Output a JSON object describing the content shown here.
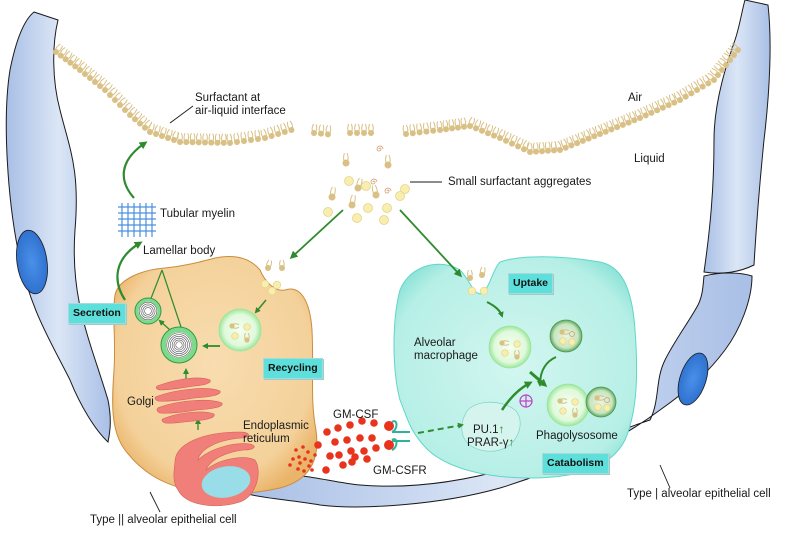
{
  "title": "Surfactant homeostasis in the alveolus",
  "colors": {
    "type1_cell": "#c9d8f0",
    "type1_nucleus": "#3b82e0",
    "type2_cell": "#f5d9a8",
    "macrophage": "#b8f0e8",
    "arrow_green": "#2e8b2e",
    "surfactant": "#d9c085",
    "label_box": "#5de0dc",
    "gm_csf_dot": "#e8341c",
    "organelle": "#ef7f78",
    "plus_marker": "#c03cc8"
  },
  "labels": {
    "surfactant_interface": [
      "Surfactant at",
      "air-liquid interface"
    ],
    "air": "Air",
    "liquid": "Liquid",
    "small_aggregates": "Small surfactant aggregates",
    "tubular_myelin": "Tubular myelin",
    "lamellar_body": "Lamellar body",
    "golgi": "Golgi",
    "er": [
      "Endoplasmic",
      "reticulum"
    ],
    "gm_csf": "GM-CSF",
    "gm_csfr": "GM-CSFR",
    "alveolar_macrophage": [
      "Alveolar",
      "macrophage"
    ],
    "phagolysosome": "Phagolysosome",
    "pu1": "PU.1",
    "prar": "PRAR-γ",
    "up_arrow": "↑",
    "type2_cell": "Type || alveolar epithelial cell",
    "type1_cell": "Type | alveolar epithelial cell",
    "plus_symbol": "⊕"
  },
  "process_boxes": {
    "secretion": "Secretion",
    "recycling": "Recycling",
    "uptake": "Uptake",
    "catabolism": "Catabolism"
  }
}
